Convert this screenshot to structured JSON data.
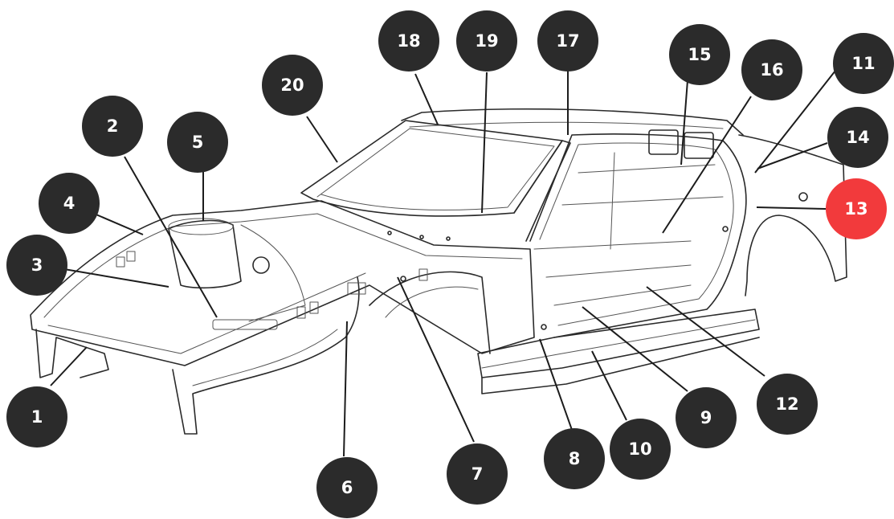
{
  "colors": {
    "marker": "#2b2b2b",
    "marker_highlight": "#f23a3c",
    "marker_text": "#ffffff",
    "line": "#1c1c1c"
  },
  "callouts": [
    {
      "id": "1",
      "label": "1",
      "highlighted": false
    },
    {
      "id": "2",
      "label": "2",
      "highlighted": false
    },
    {
      "id": "3",
      "label": "3",
      "highlighted": false
    },
    {
      "id": "4",
      "label": "4",
      "highlighted": false
    },
    {
      "id": "5",
      "label": "5",
      "highlighted": false
    },
    {
      "id": "6",
      "label": "6",
      "highlighted": false
    },
    {
      "id": "7",
      "label": "7",
      "highlighted": false
    },
    {
      "id": "8",
      "label": "8",
      "highlighted": false
    },
    {
      "id": "9",
      "label": "9",
      "highlighted": false
    },
    {
      "id": "10",
      "label": "10",
      "highlighted": false
    },
    {
      "id": "11",
      "label": "11",
      "highlighted": false
    },
    {
      "id": "12",
      "label": "12",
      "highlighted": false
    },
    {
      "id": "13",
      "label": "13",
      "highlighted": true
    },
    {
      "id": "14",
      "label": "14",
      "highlighted": false
    },
    {
      "id": "15",
      "label": "15",
      "highlighted": false
    },
    {
      "id": "16",
      "label": "16",
      "highlighted": false
    },
    {
      "id": "17",
      "label": "17",
      "highlighted": false
    },
    {
      "id": "18",
      "label": "18",
      "highlighted": false
    },
    {
      "id": "19",
      "label": "19",
      "highlighted": false
    },
    {
      "id": "20",
      "label": "20",
      "highlighted": false
    }
  ]
}
